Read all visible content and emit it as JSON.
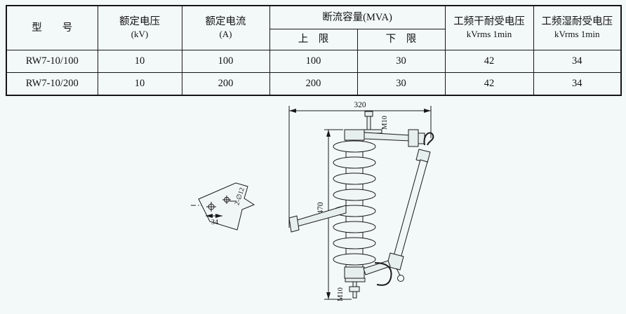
{
  "table": {
    "h_model": "型　　号",
    "h_voltage_1": "额定电压",
    "h_voltage_2": "(kV)",
    "h_current_1": "额定电流",
    "h_current_2": "(A)",
    "h_breaking": "断流容量(MVA)",
    "h_upper": "上　限",
    "h_lower": "下　限",
    "h_dry_1": "工频干耐受电压",
    "h_dry_2": "kVrms 1min",
    "h_wet_1": "工频湿耐受电压",
    "h_wet_2": "kVrms 1min",
    "rows": [
      [
        "RW7-10/100",
        "10",
        "100",
        "100",
        "30",
        "42",
        "34"
      ],
      [
        "RW7-10/200",
        "10",
        "200",
        "200",
        "30",
        "42",
        "34"
      ]
    ]
  },
  "drawing": {
    "dim_total_width": "320",
    "dim_total_height": "470",
    "top_bolt": "M10",
    "bottom_bolt": "M10",
    "bracket_hole_spacing": "34",
    "bracket_holes": "2-∅12"
  }
}
